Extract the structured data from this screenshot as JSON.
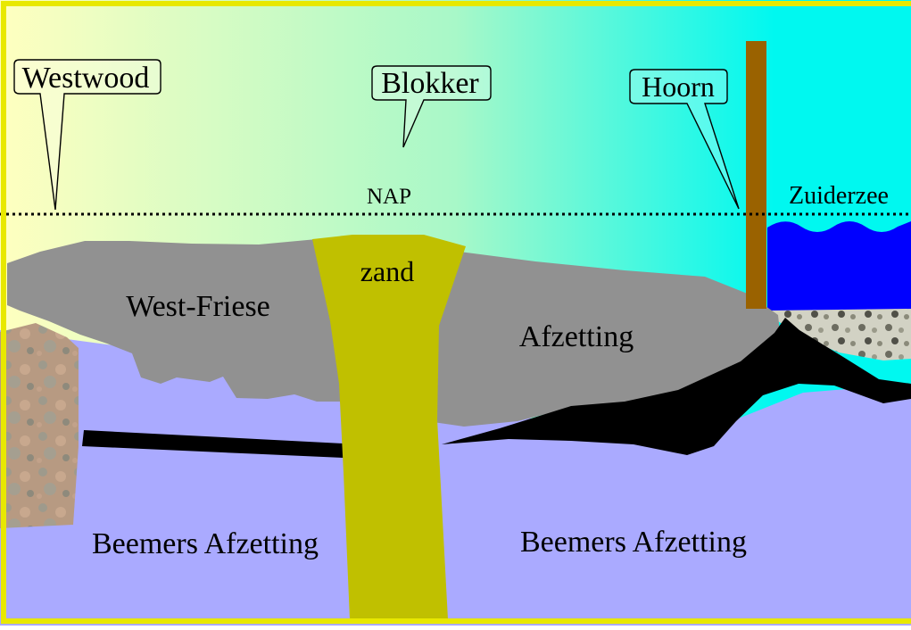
{
  "towns": {
    "westwood": "Westwood",
    "blokker": "Blokker",
    "hoorn": "Hoorn"
  },
  "reference_line_label": "NAP",
  "water_label": "Zuiderzee",
  "layers": {
    "sand": "zand",
    "west_friese_word1": "West-Friese",
    "west_friese_word2": "Afzetting",
    "beemers_left": "Beemers Afzetting",
    "beemers_right": "Beemers Afzetting"
  },
  "colors": {
    "sky_left": "#ffffc0",
    "sky_mid": "#a8f8c8",
    "sky_right": "#00f8f0",
    "clay": "#919191",
    "beemer": "#aaaaff",
    "sand": "#c0c000",
    "peat": "#000000",
    "water": "#0000ff",
    "tower": "#9a6200",
    "frame": "#e8e800"
  },
  "icons": {
    "texture_left": "rock-texture",
    "texture_right": "gravel-texture",
    "tower": "church-tower"
  }
}
